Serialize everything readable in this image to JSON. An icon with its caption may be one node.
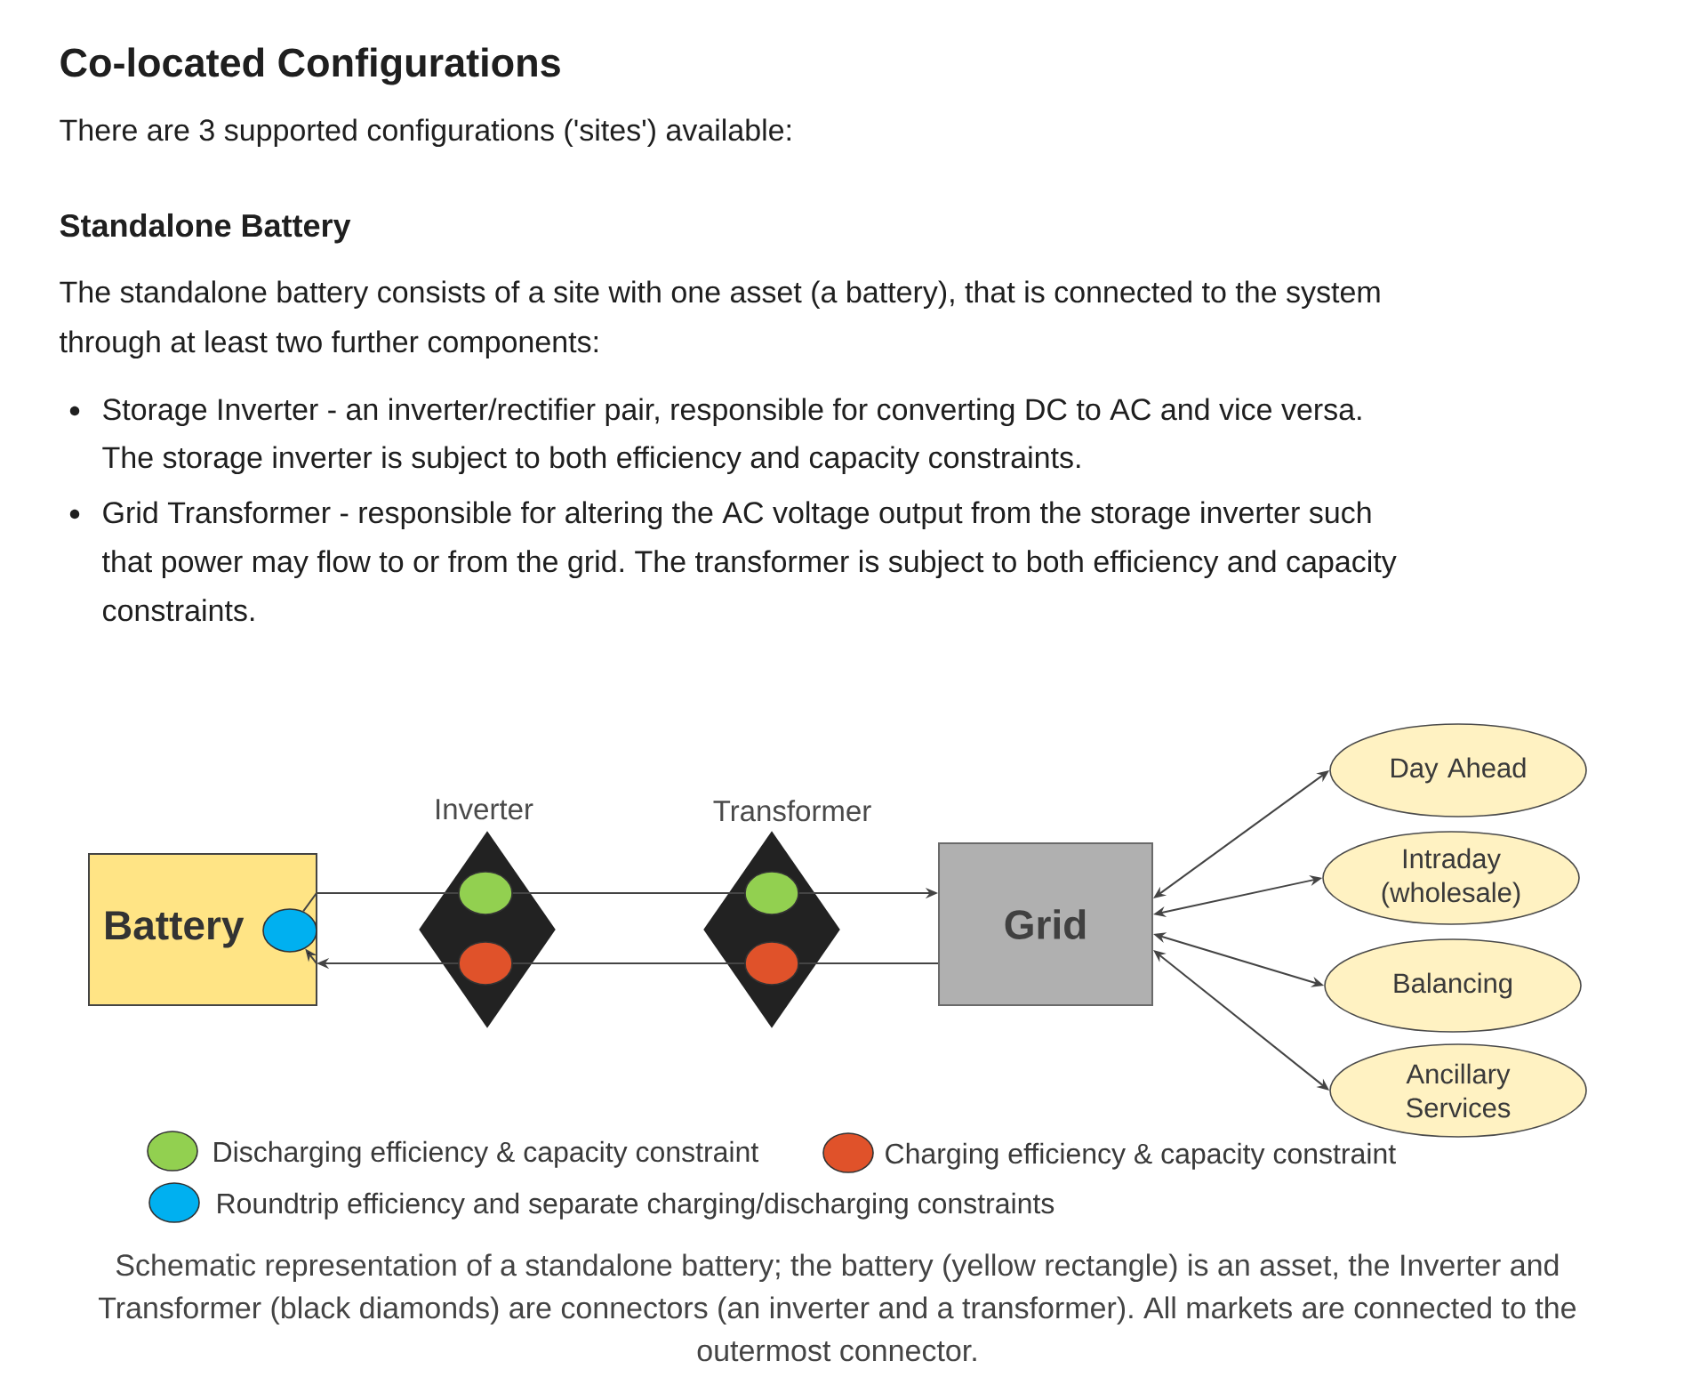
{
  "diagram": {
    "title": "Co-located Configurations",
    "caption": "Schematic representation of a standalone battery; the battery (yellow rectangle) is an asset, the Inverter and Transformer (black diamonds) are connectors (an inverter and a transformer). All markets are connected to the outermost connector.",
    "nodes": [
      {
        "text": [
          "Battery"
        ]
      },
      {
        "text": [],
        "shape": "circle",
        "in": 0
      },
      {
        "text": [
          "Inverter"
        ]
      },
      {
        "text": [],
        "shape": "circle",
        "in": 2
      },
      {
        "text": [],
        "shape": "circle",
        "in": 2
      },
      {
        "text": [
          "Transformer"
        ]
      },
      {
        "text": [],
        "shape": "circle",
        "in": 5
      },
      {
        "text": [],
        "shape": "circle",
        "in": 5
      },
      {
        "text": [
          "Grid"
        ]
      },
      {
        "text": [
          "Day Ahead"
        ]
      },
      {
        "text": [
          "Intraday (wholesale)"
        ]
      },
      {
        "text": [
          "Balancing"
        ]
      },
      {
        "text": [
          "Ancillary Services"
        ]
      }
    ],
    "edges": [
      {
        "from": 1,
        "to": 3,
        "arrow": "none"
      },
      {
        "from": 3,
        "to": 6,
        "arrow": "none"
      },
      {
        "from": 6,
        "to": 8,
        "arrow": "to"
      },
      {
        "from": 8,
        "to": 7,
        "arrow": "none"
      },
      {
        "from": 7,
        "to": 4,
        "arrow": "none"
      },
      {
        "from": 4,
        "to": 1,
        "arrow": "to"
      },
      {
        "from": 8,
        "to": 9,
        "arrow": "both"
      },
      {
        "from": 8,
        "to": 10,
        "arrow": "both"
      },
      {
        "from": 8,
        "to": 11,
        "arrow": "both"
      },
      {
        "from": 8,
        "to": 12,
        "arrow": "both"
      }
    ],
    "labels": [
      "There are 3 supported configurations ('sites') available:",
      "Standalone Battery",
      "The standalone battery consists of a site with one asset (a battery), that is connected to the system through at least two further components:",
      "Storage Inverter - an inverter/rectifier pair, responsible for converting DC to AC and vice versa. The storage inverter is subject to both efficiency and capacity constraints.",
      "Grid Transformer - responsible for altering the AC voltage output from the storage inverter such that power may flow to or from the grid. The transformer is subject to both efficiency and capacity constraints."
    ],
    "legend": [
      {
        "text": "Discharging efficiency & capacity constraint",
        "color": "#92d050"
      },
      {
        "text": "Charging efficiency & capacity constraint",
        "color": "#e0522a"
      },
      {
        "text": "Roundtrip efficiency and separate charging/discharging constraints",
        "color": "#00b0f0"
      }
    ]
  }
}
